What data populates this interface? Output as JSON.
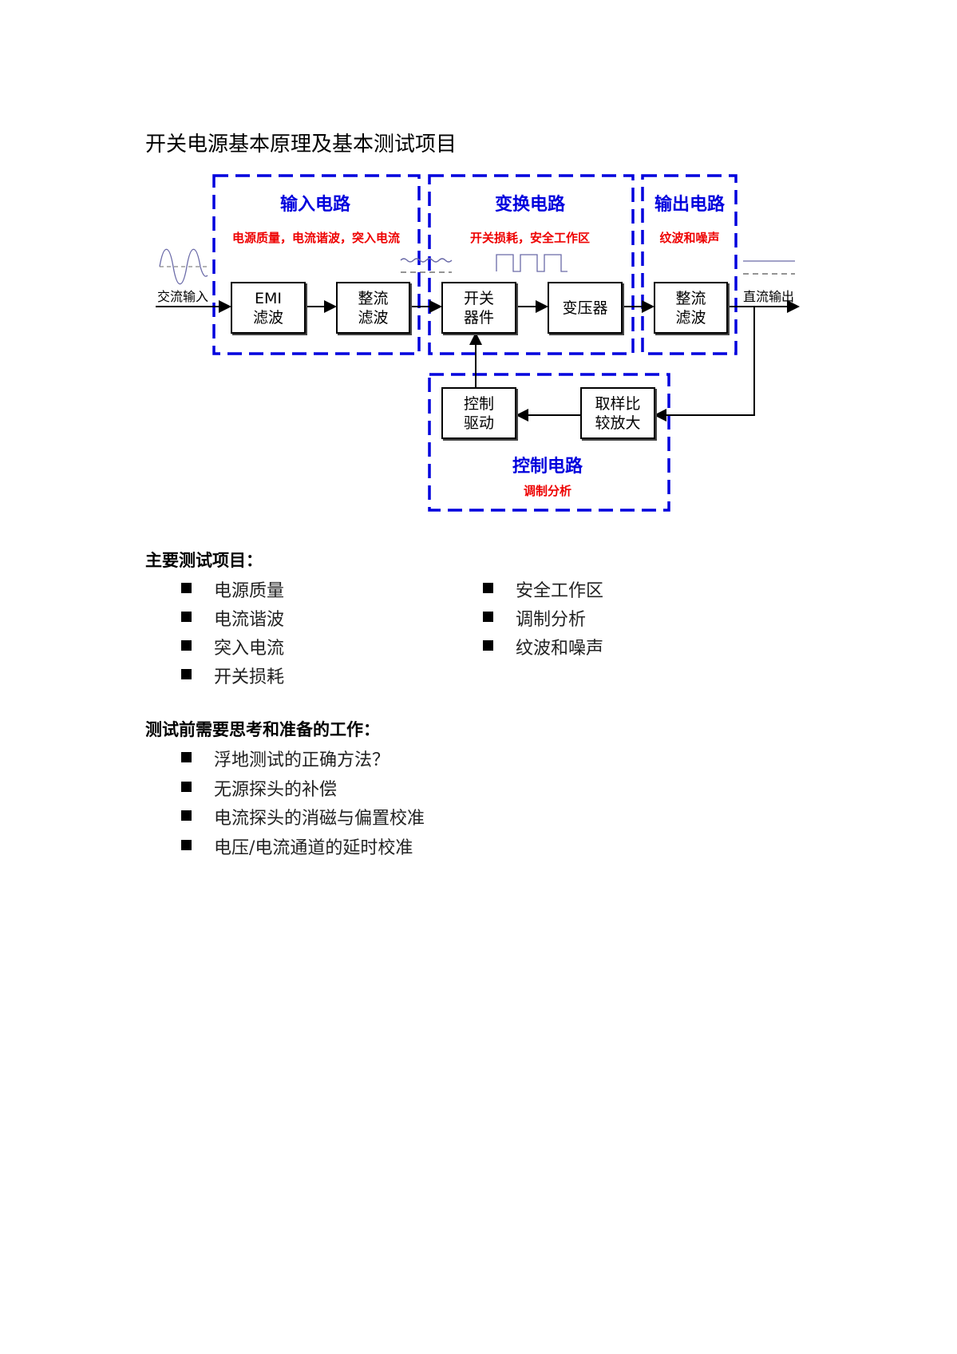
{
  "title": "开关电源基本原理及基本测试项目",
  "diagram": {
    "input_label": "交流输入",
    "output_label": "直流输出",
    "sections": {
      "input": {
        "title": "输入电路",
        "tests": "电源质量，电流谐波，突入电流"
      },
      "conversion": {
        "title": "变换电路",
        "tests": "开关损耗，安全工作区"
      },
      "output": {
        "title": "输出电路",
        "tests": "纹波和噪声"
      },
      "control": {
        "title": "控制电路",
        "tests": "调制分析"
      }
    },
    "blocks": {
      "emi": [
        "EMI",
        "滤波"
      ],
      "rectifier_in": [
        "整流",
        "滤波"
      ],
      "switch": [
        "开关",
        "器件"
      ],
      "transformer": [
        "变压器"
      ],
      "rectifier_out": [
        "整流",
        "滤波"
      ],
      "driver": [
        "控制",
        "驱动"
      ],
      "sampler": [
        "取样比",
        "较放大"
      ]
    },
    "colors": {
      "section_border": "#0000dd",
      "section_title": "#0000dd",
      "test_text": "#ee0000",
      "waveform": "#6a6aa8"
    }
  },
  "main_tests": {
    "heading": "主要测试项目：",
    "left": [
      "电源质量",
      "电流谐波",
      "突入电流",
      "开关损耗"
    ],
    "right": [
      "安全工作区",
      "调制分析",
      "纹波和噪声"
    ]
  },
  "prep": {
    "heading": "测试前需要思考和准备的工作：",
    "items": [
      "浮地测试的正确方法？",
      "无源探头的补偿",
      "电流探头的消磁与偏置校准",
      "电压/电流通道的延时校准"
    ]
  }
}
